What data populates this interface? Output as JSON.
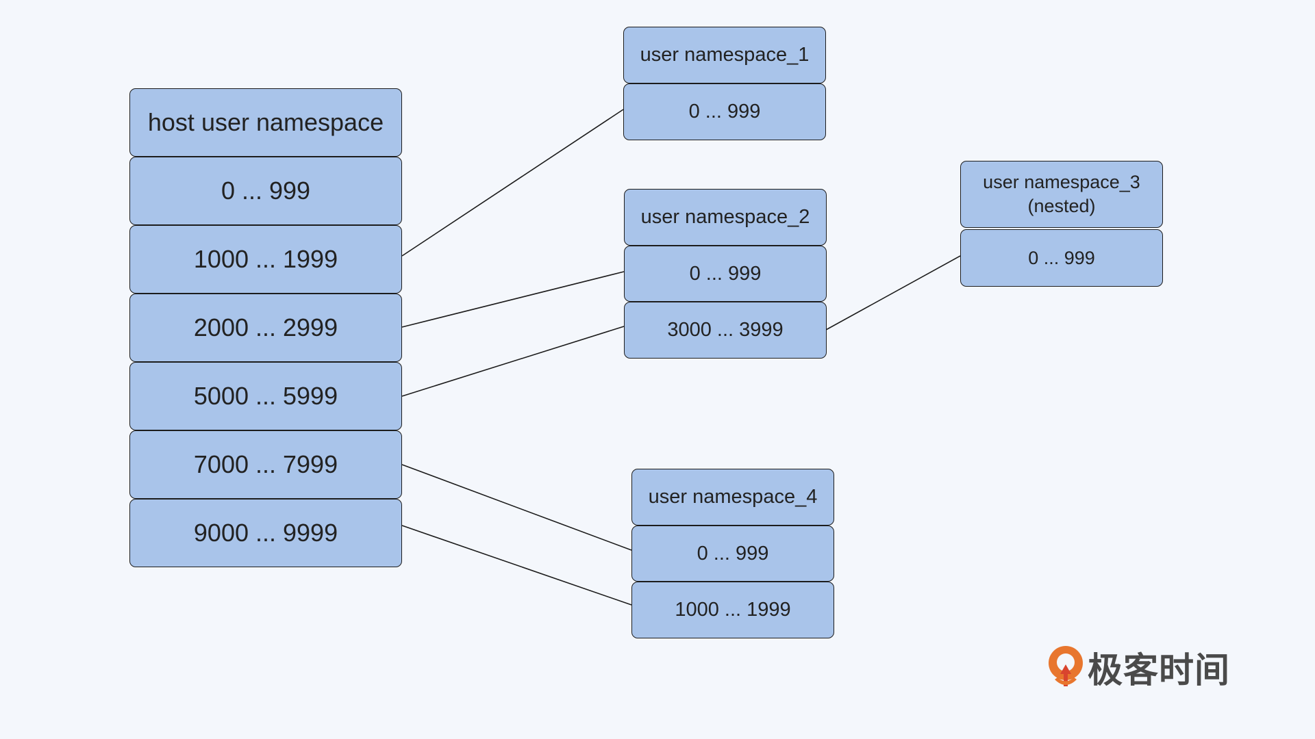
{
  "host": {
    "title": "host user namespace",
    "ranges": [
      "0 ... 999",
      "1000 ... 1999",
      "2000 ... 2999",
      "5000 ... 5999",
      "7000 ... 7999",
      "9000 ... 9999"
    ]
  },
  "ns1": {
    "title": "user namespace_1",
    "ranges": [
      "0 ... 999"
    ]
  },
  "ns2": {
    "title": "user namespace_2",
    "ranges": [
      "0 ... 999",
      "3000 ... 3999"
    ]
  },
  "ns3": {
    "title_line1": "user namespace_3",
    "title_line2": "(nested)",
    "ranges": [
      "0 ... 999"
    ]
  },
  "ns4": {
    "title": "user namespace_4",
    "ranges": [
      "0 ... 999",
      "1000 ... 1999"
    ]
  },
  "mappings": [
    {
      "from": "host 1000 ... 1999",
      "to": "user namespace_1 0 ... 999"
    },
    {
      "from": "host 2000 ... 2999",
      "to": "user namespace_2 0 ... 999"
    },
    {
      "from": "host 5000 ... 5999",
      "to": "user namespace_2 3000 ... 3999"
    },
    {
      "from": "user namespace_2 3000 ... 3999",
      "to": "user namespace_3 0 ... 999"
    },
    {
      "from": "host 7000 ... 7999",
      "to": "user namespace_4 0 ... 999"
    },
    {
      "from": "host 9000 ... 9999",
      "to": "user namespace_4 1000 ... 1999"
    }
  ],
  "logo": {
    "text": "极客时间",
    "icon": "geektime-logo-icon",
    "colors": {
      "mark_orange": "#e8762e",
      "mark_red": "#d9442e",
      "text": "#4a4a4a"
    }
  },
  "colors": {
    "box_fill": "#a9c4ea",
    "box_border": "#1c1c1c",
    "background": "#f4f7fc"
  }
}
